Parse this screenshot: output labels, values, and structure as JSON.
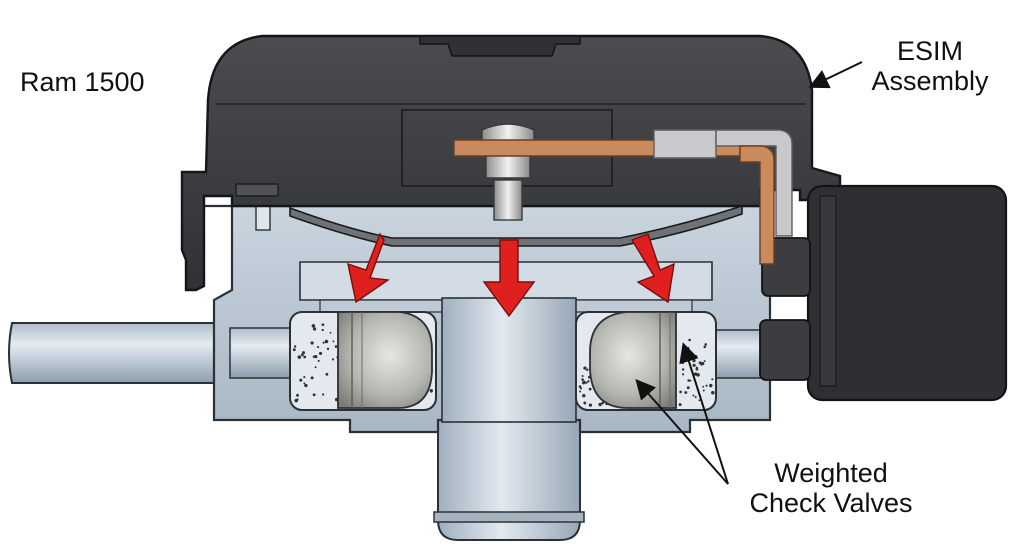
{
  "labels": {
    "model": "Ram 1500",
    "esim_line1": "ESIM",
    "esim_line2": "Assembly",
    "valves_line1": "Weighted",
    "valves_line2": "Check Valves"
  },
  "colors": {
    "housing": "#3f4144",
    "housing_dark": "#26282b",
    "body_metal": "#b9c6d2",
    "body_metal_light": "#dde5ec",
    "flow_arrow": "#e0201f",
    "copper": "#c98a5d",
    "silver_contact": "#c7c9cb"
  }
}
